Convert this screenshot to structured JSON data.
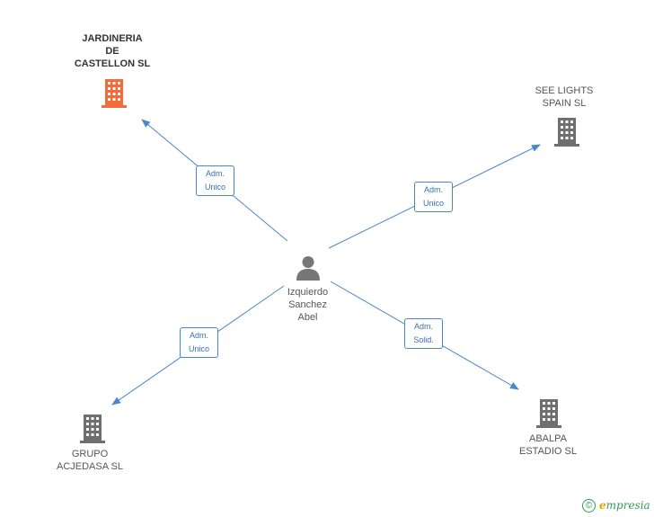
{
  "center": {
    "name_lines": [
      "Izquierdo",
      "Sanchez",
      "Abel"
    ],
    "icon": "person-icon"
  },
  "nodes": [
    {
      "id": "jardineria",
      "lines": [
        "JARDINERIA",
        "DE",
        "CASTELLON SL"
      ],
      "icon": "building-icon",
      "color": "#f26b3a",
      "highlight": true
    },
    {
      "id": "see-lights",
      "lines": [
        "SEE LIGHTS",
        "SPAIN SL"
      ],
      "icon": "building-icon",
      "color": "#6f6f6f",
      "highlight": false
    },
    {
      "id": "grupo",
      "lines": [
        "GRUPO",
        "ACJEDASA SL"
      ],
      "icon": "building-icon",
      "color": "#6f6f6f",
      "highlight": false
    },
    {
      "id": "abalpa",
      "lines": [
        "ABALPA",
        "ESTADIO SL"
      ],
      "icon": "building-icon",
      "color": "#6f6f6f",
      "highlight": false
    }
  ],
  "edges": [
    {
      "to": "jardineria",
      "role_lines": [
        "Adm.",
        "Unico"
      ]
    },
    {
      "to": "see-lights",
      "role_lines": [
        "Adm.",
        "Unico"
      ]
    },
    {
      "to": "grupo",
      "role_lines": [
        "Adm.",
        "Unico"
      ]
    },
    {
      "to": "abalpa",
      "role_lines": [
        "Adm.",
        "Solid."
      ]
    }
  ],
  "colors": {
    "edge": "#4a86c8",
    "person": "#777777"
  },
  "brand": {
    "copyright_symbol": "©",
    "first_letter": "e",
    "rest": "mpresia"
  }
}
